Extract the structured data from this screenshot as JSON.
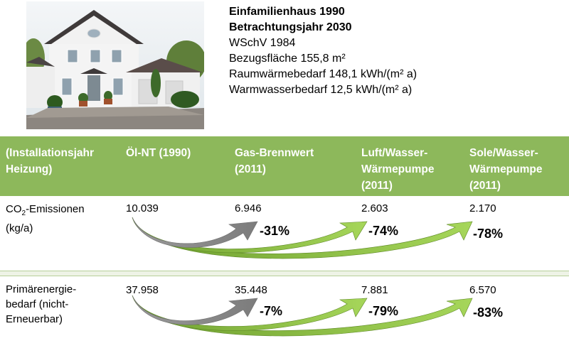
{
  "info": {
    "title": "Einfamilienhaus 1990",
    "subtitle": "Betrachtungsjahr 2030",
    "lines": [
      "WSchV 1984",
      "Bezugsfläche 155,8 m²",
      "Raumwärmebedarf 148,1 kWh/(m² a)",
      "Warmwasserbedarf 12,5 kWh/(m² a)"
    ]
  },
  "table": {
    "header": {
      "col0": [
        "(Installationsjahr",
        "Heizung)"
      ],
      "col1": [
        "Öl-NT (1990)"
      ],
      "col2": [
        "Gas-Brennwert",
        "(2011)"
      ],
      "col3": [
        "Luft/Wasser-",
        "Wärmepumpe",
        "(2011)"
      ],
      "col4": [
        "Sole/Wasser-",
        "Wärmepumpe",
        "(2011)"
      ]
    },
    "rows": [
      {
        "label_main": "CO",
        "label_sub": "2",
        "label_rest": "-Emissionen",
        "label_line2": "(kg/a)",
        "values": [
          "10.039",
          "6.946",
          "2.603",
          "2.170"
        ],
        "changes": [
          "-31%",
          "-74%",
          "-78%"
        ]
      },
      {
        "label_lines": [
          "Primärenergie-",
          "bedarf (nicht-",
          "Erneuerbar)"
        ],
        "values": [
          "37.958",
          "35.448",
          "7.881",
          "6.570"
        ],
        "changes": [
          "-7%",
          "-79%",
          "-83%"
        ]
      }
    ]
  },
  "colors": {
    "header_bg": "#8db85b",
    "arrow_gray": "#8c8c8c",
    "arrow_green": "#8cc63f",
    "separator": "#b7cf9a"
  }
}
